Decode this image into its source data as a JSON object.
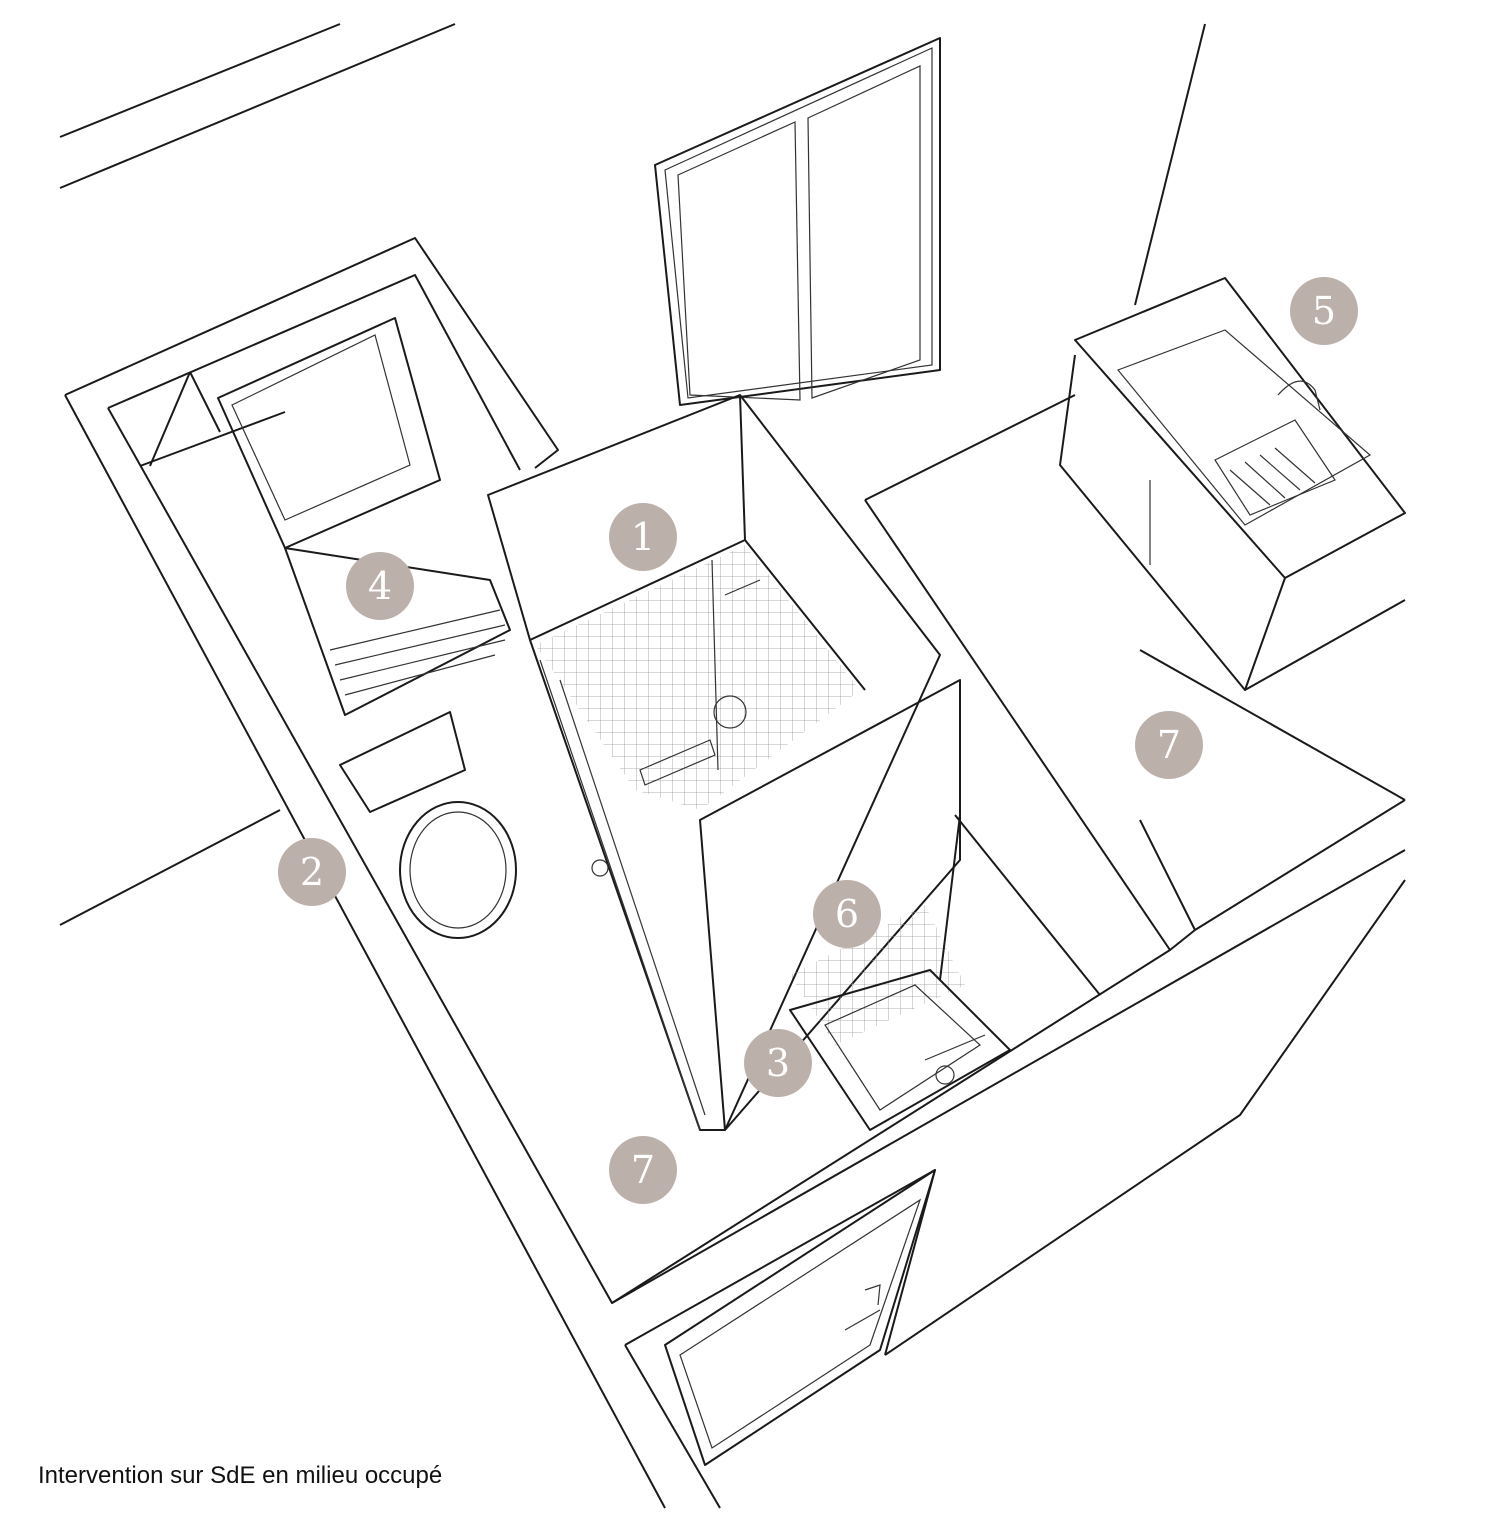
{
  "caption": "Intervention sur SdE en milieu occupé",
  "badge_color": "#bcb0ab",
  "markers": [
    {
      "id": "1",
      "label": "1"
    },
    {
      "id": "2",
      "label": "2"
    },
    {
      "id": "3",
      "label": "3"
    },
    {
      "id": "4",
      "label": "4"
    },
    {
      "id": "5",
      "label": "5"
    },
    {
      "id": "6",
      "label": "6"
    },
    {
      "id": "7a",
      "label": "7"
    },
    {
      "id": "7b",
      "label": "7"
    }
  ]
}
